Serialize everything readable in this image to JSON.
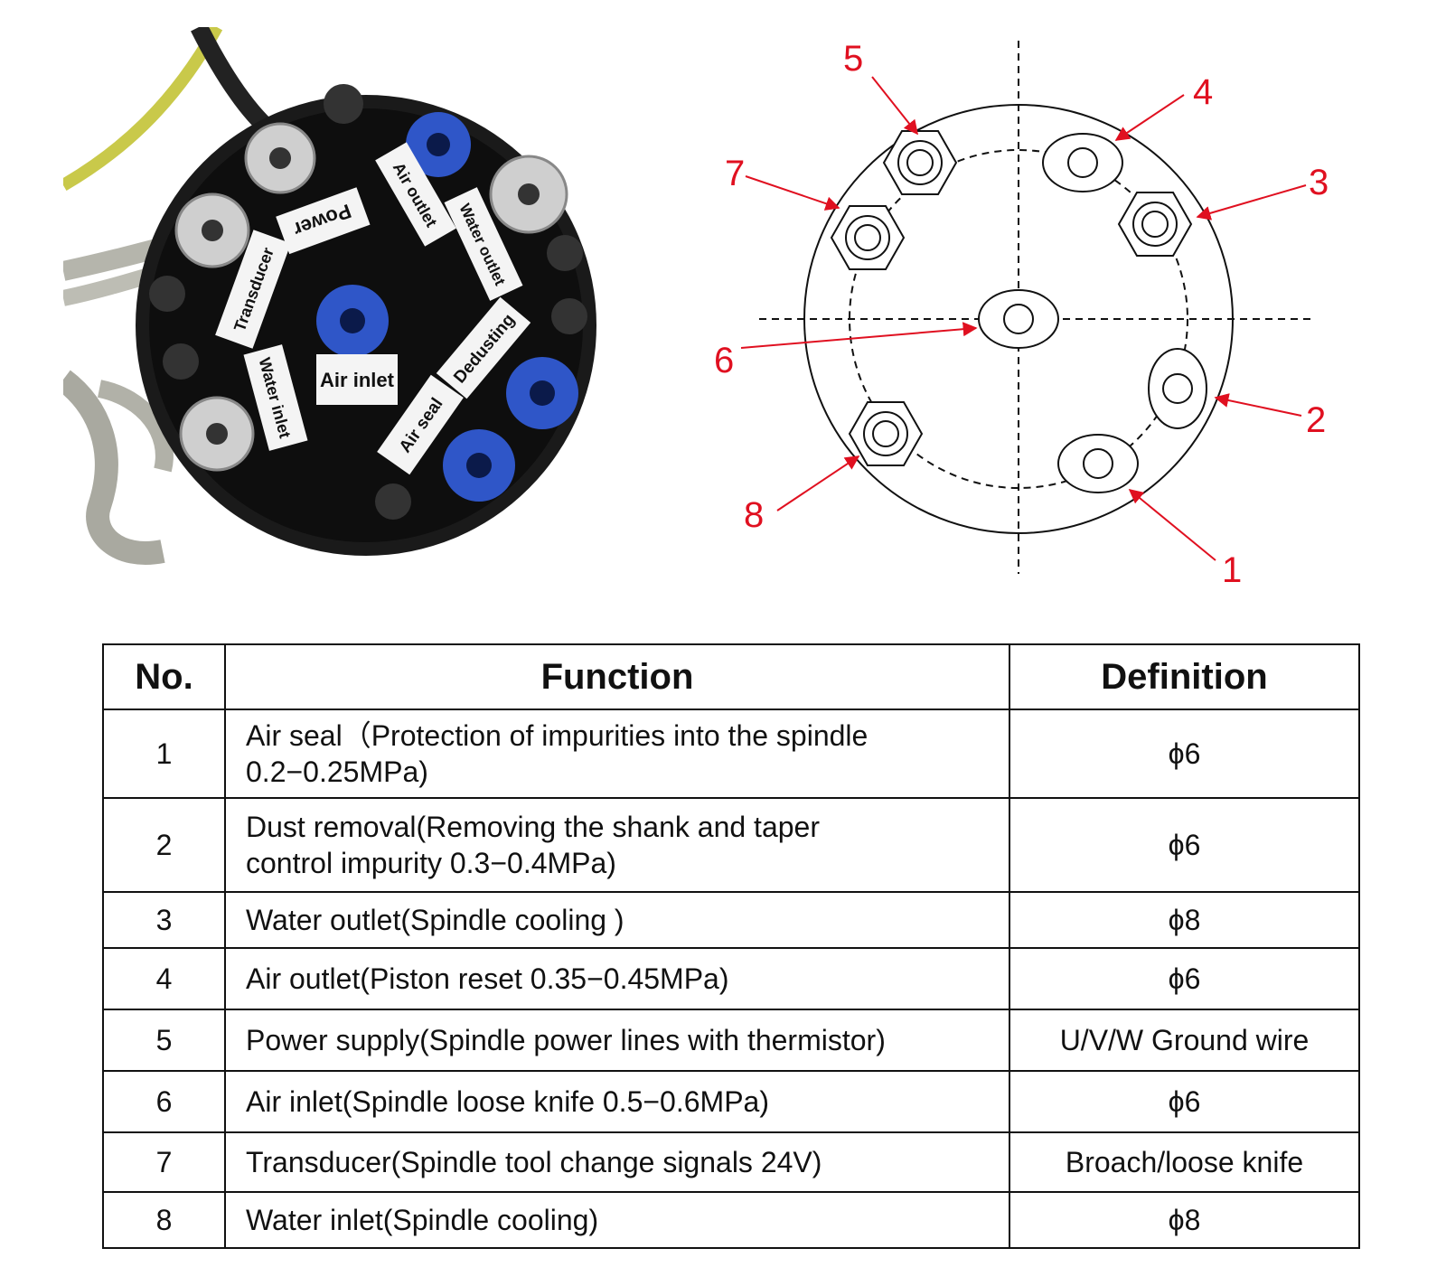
{
  "photo": {
    "labels": {
      "power": "Power",
      "air_outlet": "Air outlet",
      "water_outlet": "Water outlet",
      "transducer": "Transducer",
      "air_inlet": "Air inlet",
      "dedusting": "Dedusting",
      "water_inlet": "Water inlet",
      "air_seal": "Air seal"
    }
  },
  "diagram": {
    "callouts": [
      "1",
      "2",
      "3",
      "4",
      "5",
      "6",
      "7",
      "8"
    ],
    "colors": {
      "callout": "#e01020",
      "line": "#111111"
    }
  },
  "table": {
    "headers": {
      "no": "No.",
      "function": "Function",
      "definition": "Definition"
    },
    "rows": [
      {
        "no": "1",
        "function_line1": "Air seal（Protection of impurities into the spindle",
        "function_line2": "0.2−0.25MPa)",
        "definition": "ϕ6"
      },
      {
        "no": "2",
        "function_line1": "Dust removal(Removing the shank and taper",
        "function_line2": "control impurity 0.3−0.4MPa)",
        "definition": "ϕ6"
      },
      {
        "no": "3",
        "function": "Water outlet(Spindle cooling )",
        "definition": "ϕ8"
      },
      {
        "no": "4",
        "function": "Air outlet(Piston reset 0.35−0.45MPa)",
        "definition": "ϕ6"
      },
      {
        "no": "5",
        "function": "Power supply(Spindle power lines with thermistor)",
        "definition": "U/V/W Ground wire"
      },
      {
        "no": "6",
        "function": "Air inlet(Spindle loose knife 0.5−0.6MPa)",
        "definition": "ϕ6"
      },
      {
        "no": "7",
        "function": "Transducer(Spindle tool change signals 24V)",
        "definition": "Broach/loose knife"
      },
      {
        "no": "8",
        "function": "Water inlet(Spindle cooling)",
        "definition": "ϕ8"
      }
    ]
  }
}
